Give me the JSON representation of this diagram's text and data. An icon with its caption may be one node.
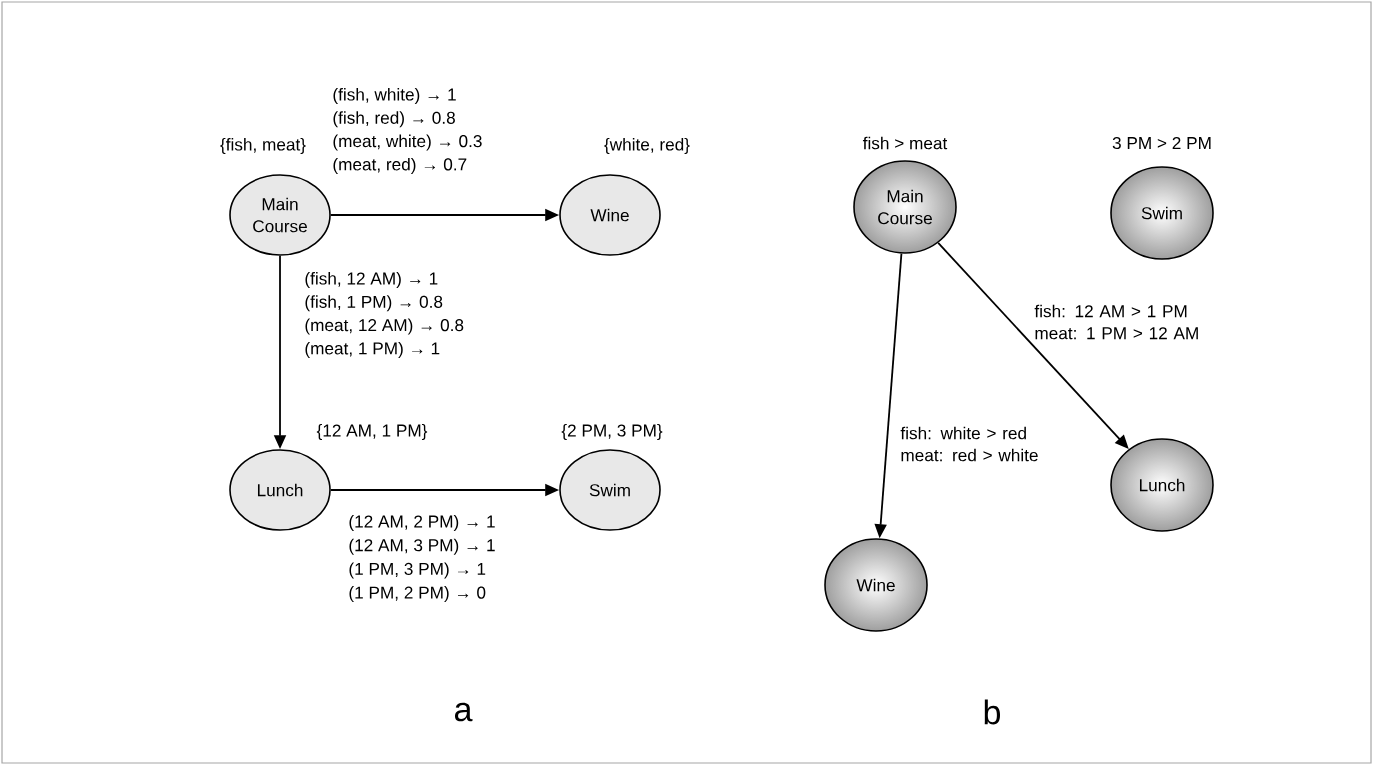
{
  "diagram": {
    "nodes": [
      {
        "text": [
          "Main Course"
        ],
        "beside": [
          "{fish, meat}"
        ]
      },
      {
        "text": [
          "Wine"
        ],
        "beside": [
          "{white, red}"
        ]
      },
      {
        "text": [
          "Lunch"
        ],
        "beside": [
          "{12 AM, 1 PM}"
        ]
      },
      {
        "text": [
          "Swim"
        ],
        "beside": [
          "{2 PM, 3 PM}"
        ]
      },
      {
        "text": [
          "Main Course"
        ],
        "beside": [
          "fish > meat"
        ]
      },
      {
        "text": [
          "Swim"
        ],
        "beside": [
          "3 PM > 2 PM"
        ]
      },
      {
        "text": [
          "Lunch"
        ]
      },
      {
        "text": [
          "Wine"
        ]
      }
    ],
    "edges": [
      {
        "from": 0,
        "to": 1,
        "arrow": "to"
      },
      {
        "from": 0,
        "to": 2,
        "arrow": "to"
      },
      {
        "from": 2,
        "to": 3,
        "arrow": "to"
      },
      {
        "from": 4,
        "to": 7,
        "arrow": "to",
        "label": "fish: white > red meat: red > white"
      },
      {
        "from": 4,
        "to": 6,
        "arrow": "to",
        "label": "fish: 12 AM > 1 PM meat: 1 PM > 12 AM"
      }
    ],
    "labels": [
      "(fish, white) → 1",
      "(fish, red) → 0.8",
      "(meat, white) → 0.3",
      "(meat, red) → 0.7",
      "(fish, 12 AM) → 1",
      "(fish, 1 PM) → 0.8",
      "(meat, 12 AM) → 0.8",
      "(meat, 1 PM) → 1",
      "(12 AM, 2 PM) → 1",
      "(12 AM, 3 PM) → 1",
      "(1 PM, 3 PM) → 1",
      "(1 PM, 2 PM) → 0",
      "a",
      "b"
    ]
  }
}
